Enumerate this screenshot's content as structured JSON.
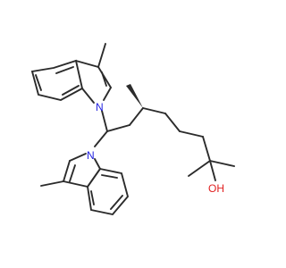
{
  "colors": {
    "background": "#ffffff",
    "bond": "#2b2b2b",
    "carbon": "#2b2b2b",
    "nitrogen": "#1f1fe0",
    "oxygen": "#e01f1f"
  },
  "atom_labels": {
    "n_upper": "N",
    "n_lower": "N",
    "oh": "OH"
  }
}
